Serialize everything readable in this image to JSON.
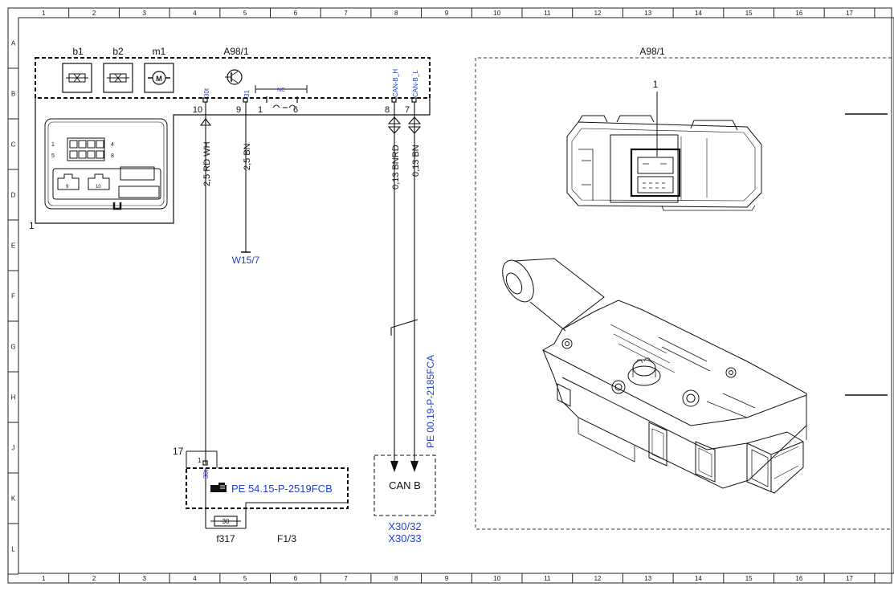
{
  "frame": {
    "columns": [
      "1",
      "2",
      "3",
      "4",
      "5",
      "6",
      "7",
      "8",
      "9",
      "10",
      "11",
      "12",
      "13",
      "14",
      "15",
      "16",
      "17"
    ],
    "rows": [
      "A",
      "B",
      "C",
      "D",
      "E",
      "F",
      "G",
      "H",
      "J",
      "K",
      "L"
    ]
  },
  "component_left": {
    "title": "A98/1",
    "sub_labels": [
      "b1",
      "b2",
      "m1"
    ],
    "reference_number": "1",
    "connector_pin_labels": [
      "1",
      "4",
      "5",
      "8",
      "9",
      "10"
    ]
  },
  "component_right": {
    "title": "A98/1",
    "callout": "1"
  },
  "pins": {
    "p10": {
      "num": "10",
      "signal": "30t"
    },
    "p9": {
      "num": "9",
      "signal": "31"
    },
    "p1": {
      "num": "1"
    },
    "p6": {
      "num": "6"
    },
    "nc": "NC",
    "p8": {
      "num": "8",
      "signal": "CAN-B_H"
    },
    "p7": {
      "num": "7",
      "signal": "CAN-B_L"
    }
  },
  "wires": {
    "w1": "2,5 RD WH",
    "w2": "2,5 BN",
    "w3": "0,13 BNRD",
    "w4": "0,13 BN"
  },
  "refs": {
    "ground": "W15/7",
    "can_ref": "PE 00.19-P-2185FCA",
    "fuse_ref": "PE 54.15-P-2519FCB",
    "fuse_box_num": "17",
    "fuse_pin_1": "1",
    "fuse_signal": "30t",
    "fuse_value": "30",
    "fuse_name": "f317",
    "fuse_block": "F1/3",
    "can_box": "CAN B",
    "can_conn_1": "X30/32",
    "can_conn_2": "X30/33"
  },
  "colors": {
    "link_blue": "#1f3fd6",
    "line": "#111111"
  }
}
